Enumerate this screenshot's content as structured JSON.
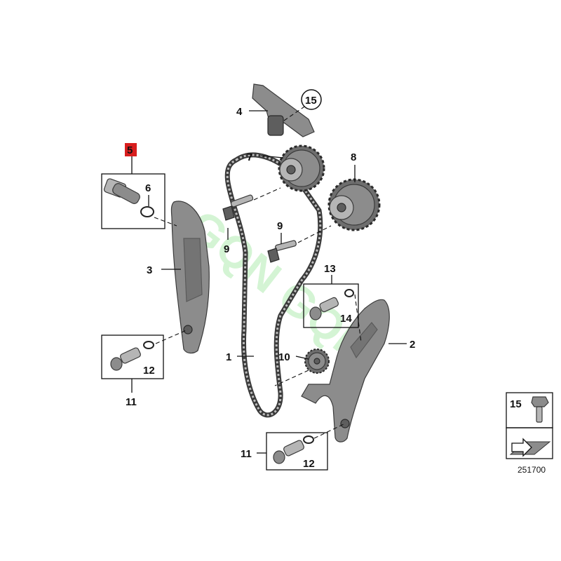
{
  "diagram": {
    "callouts": {
      "c1": "1",
      "c2": "2",
      "c3": "3",
      "c4": "4",
      "c5": "5",
      "c6": "6",
      "c7": "7",
      "c8": "8",
      "c9a": "9",
      "c9b": "9",
      "c10": "10",
      "c11a": "11",
      "c11b": "11",
      "c12a": "12",
      "c12b": "12",
      "c13": "13",
      "c14": "14",
      "c15": "15"
    },
    "legend": {
      "part_number": "15",
      "reference": "251700"
    },
    "watermark": "GQN GQN",
    "colors": {
      "highlight": "#d81e1e",
      "part_fill": "#8c8c8c",
      "line": "#111111"
    }
  }
}
